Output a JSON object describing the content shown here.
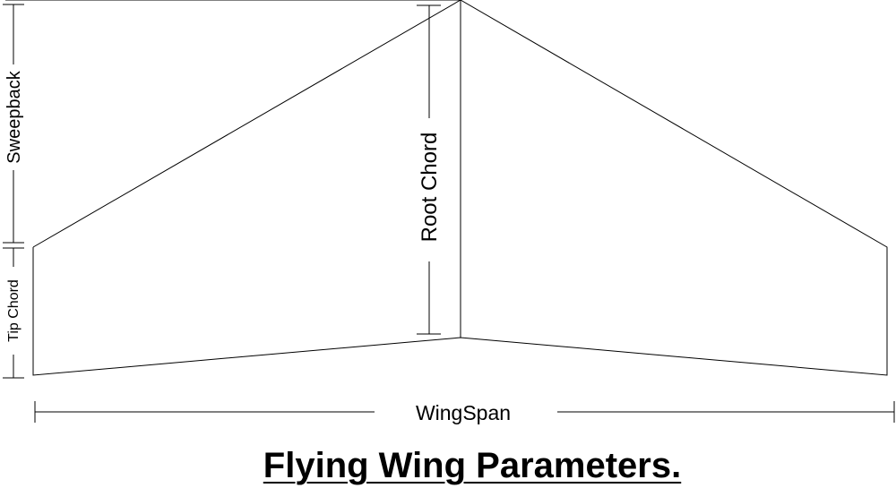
{
  "labels": {
    "sweepback": "Sweepback",
    "tip_chord": "Tip Chord",
    "root_chord": "Root Chord",
    "wingspan": "WingSpan"
  },
  "title": "Flying Wing Parameters.",
  "colors": {
    "line": "#000000",
    "background": "#ffffff"
  }
}
